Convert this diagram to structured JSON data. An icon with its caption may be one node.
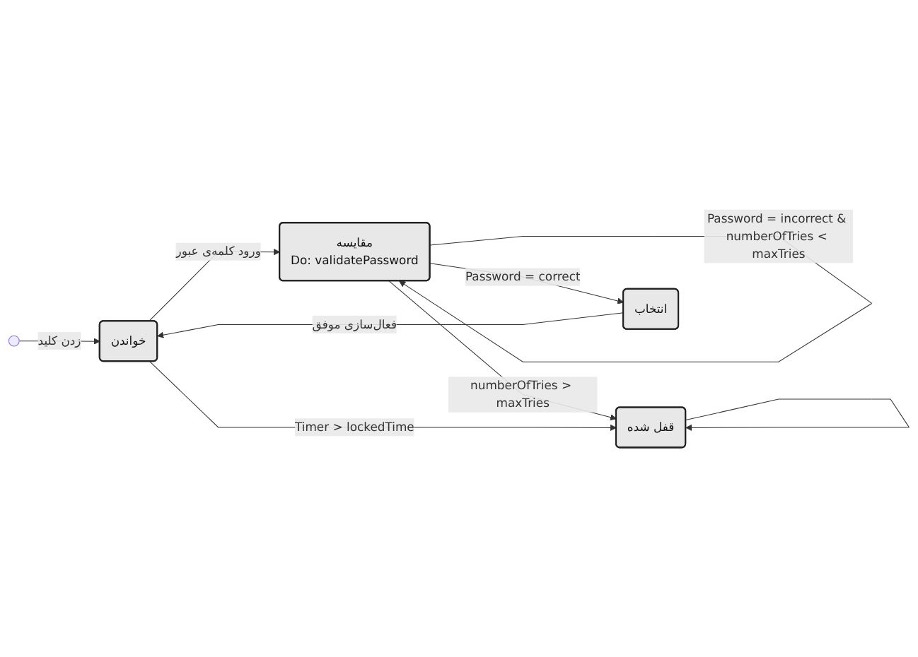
{
  "diagram": {
    "nodes": [
      {
        "text": [],
        "shape": "circle"
      },
      {
        "text": [
          "خواندن"
        ]
      },
      {
        "text": [
          "مقایسه",
          "Do: validatePassword"
        ]
      },
      {
        "text": [
          "قفل شده"
        ]
      },
      {
        "text": [
          "انتخاب"
        ]
      }
    ],
    "edges": [
      {
        "from": 0,
        "to": 1,
        "arrow": "to",
        "label": "زدن کلید"
      },
      {
        "from": 1,
        "to": 2,
        "arrow": "to",
        "label": "ورود کلمه‌ی عبور"
      },
      {
        "from": 2,
        "to": 2,
        "arrow": "to",
        "label": "Password = incorrect & numberOfTries < maxTries"
      },
      {
        "from": 2,
        "to": 3,
        "arrow": "to",
        "label": "numberOfTries > maxTries"
      },
      {
        "from": 3,
        "to": 3,
        "arrow": "to"
      },
      {
        "from": 1,
        "to": 3,
        "arrow": "to",
        "label": "Timer > lockedTime"
      },
      {
        "from": 2,
        "to": 4,
        "arrow": "to",
        "label": "Password = correct"
      },
      {
        "from": 4,
        "to": 1,
        "arrow": "to",
        "label": "فعال‌سازی موفق"
      }
    ]
  }
}
